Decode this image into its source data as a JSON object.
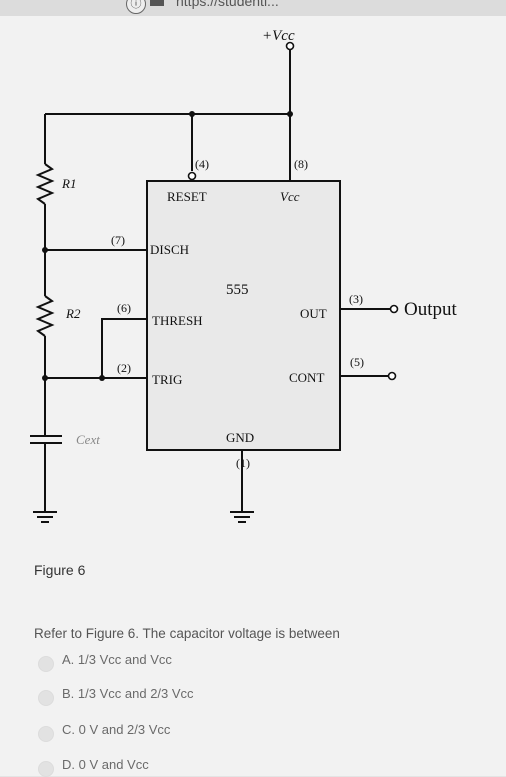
{
  "browser": {
    "url_fragment": "https://studentl..."
  },
  "circuit": {
    "vcc_label": "+Vcc",
    "ic_name": "555",
    "pins": {
      "reset": {
        "label": "RESET",
        "number": "(4)"
      },
      "vcc": {
        "label": "Vcc",
        "number": "(8)"
      },
      "disch": {
        "label": "DISCH",
        "number": "(7)"
      },
      "thresh": {
        "label": "THRESH",
        "number": "(6)"
      },
      "trig": {
        "label": "TRIG",
        "number": "(2)"
      },
      "out": {
        "label": "OUT",
        "number": "(3)"
      },
      "cont": {
        "label": "CONT",
        "number": "(5)"
      },
      "gnd": {
        "label": "GND",
        "number": "(1)"
      }
    },
    "r1_label": "R1",
    "r2_label": "R2",
    "cext_label": "Cext",
    "output_label": "Output"
  },
  "figure_label": "Figure 6",
  "question": "Refer to Figure 6. The capacitor voltage is between",
  "options": [
    {
      "letter": "A.",
      "text": "1/3 Vcc and Vcc"
    },
    {
      "letter": "B.",
      "text": "1/3 Vcc and 2/3 Vcc"
    },
    {
      "letter": "C.",
      "text": "0 V and 2/3 Vcc"
    },
    {
      "letter": "D.",
      "text": "0 V and Vcc"
    }
  ]
}
